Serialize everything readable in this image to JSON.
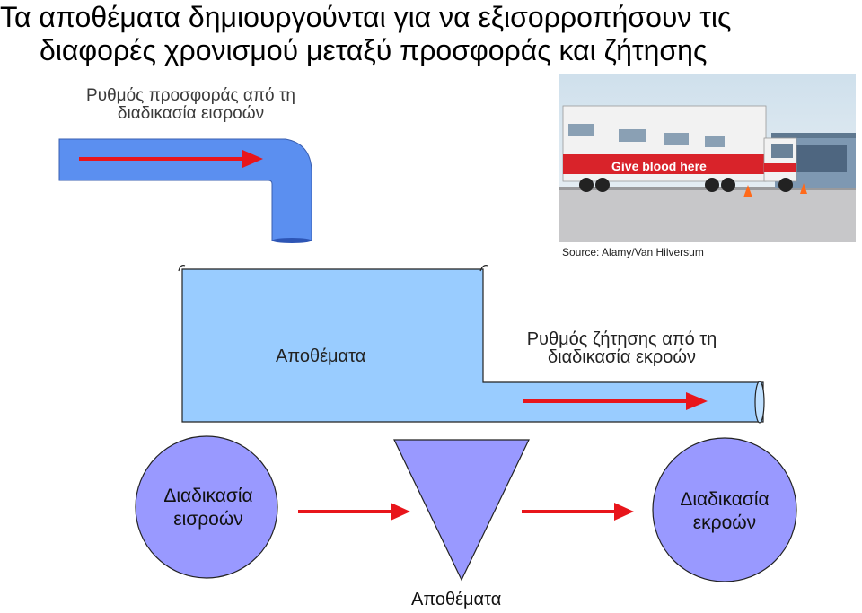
{
  "title": {
    "line1": "Τα αποθέματα δημιουργούνται για να εξισορροπήσουν τις",
    "line2": "διαφορές χρονισμού μεταξύ προσφοράς και ζήτησης"
  },
  "supply_label": {
    "line1": "Ρυθμός προσφοράς από τη",
    "line2": "διαδικασία εισροών"
  },
  "photo": {
    "truck_text": "Give blood here",
    "source": "Source: Alamy/Van Hilversum"
  },
  "tank_label": "Αποθέματα",
  "demand_label": {
    "line1": "Ρυθμός ζήτησης από τη",
    "line2": "διαδικασία εκροών"
  },
  "flow": {
    "input_process": {
      "line1": "Διαδικασία",
      "line2": "εισροών"
    },
    "inventory": "Αποθέματα",
    "output_process": {
      "line1": "Διαδικασία",
      "line2": "εκροών"
    }
  },
  "colors": {
    "pipe_blue": "#5b8ff0",
    "tank_blue": "#99ccff",
    "arrow_red": "#e8151b",
    "node_purple": "#9999ff"
  }
}
